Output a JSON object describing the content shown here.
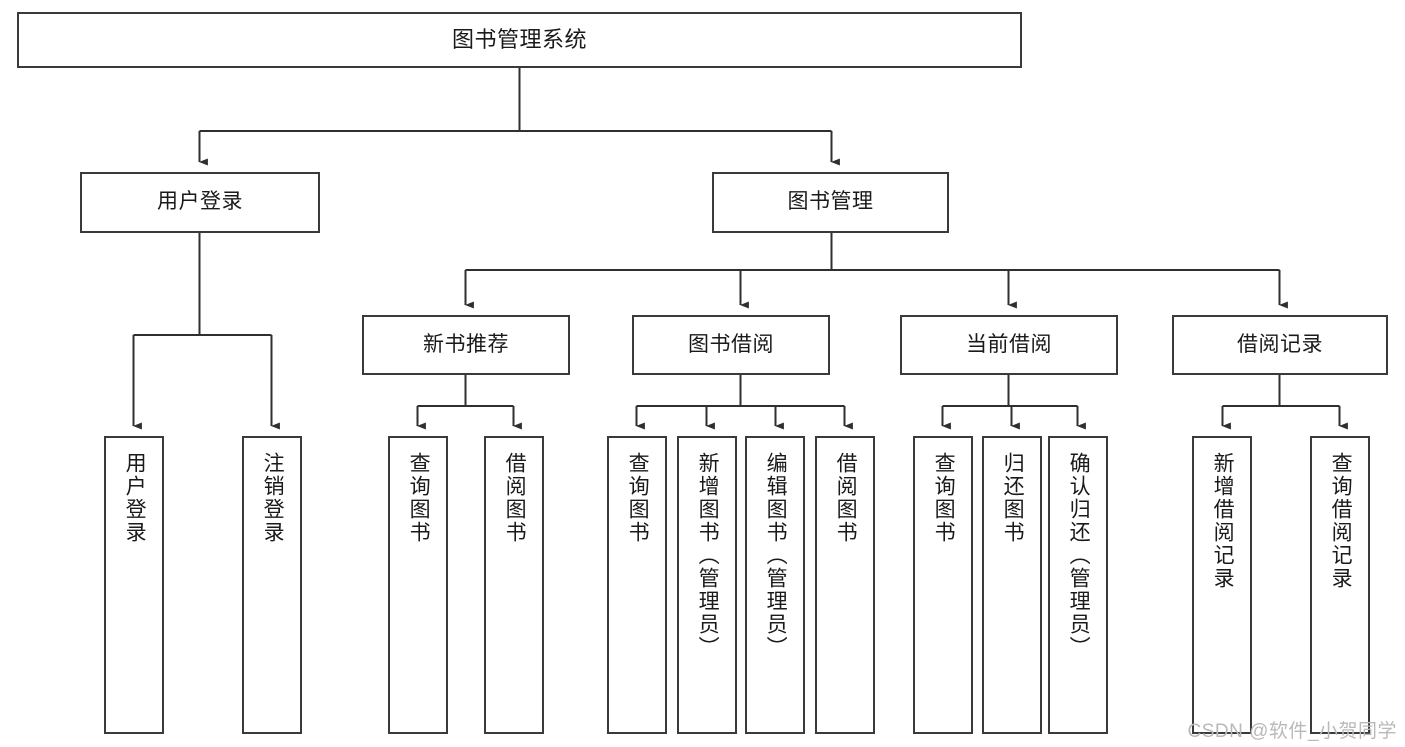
{
  "diagram": {
    "title": "图书管理系统",
    "type": "functional-structure-tree",
    "watermark": "CSDN @软件_小贺同学",
    "colors": {
      "border": "#3a3a3a",
      "background": "#ffffff",
      "text": "#1a1a1a",
      "edge": "#2f2f2f",
      "watermark": "#b9b9b9"
    },
    "levels": {
      "root": {
        "label": "图书管理系统"
      },
      "level1": [
        {
          "id": "user-login",
          "label": "用户登录"
        },
        {
          "id": "book-manage",
          "label": "图书管理"
        }
      ],
      "level2": [
        {
          "id": "new-book-recommend",
          "label": "新书推荐",
          "parent": "book-manage"
        },
        {
          "id": "book-borrow",
          "label": "图书借阅",
          "parent": "book-manage"
        },
        {
          "id": "current-borrow",
          "label": "当前借阅",
          "parent": "book-manage"
        },
        {
          "id": "borrow-record",
          "label": "借阅记录",
          "parent": "book-manage"
        }
      ],
      "leaves": [
        {
          "id": "leaf-user-login",
          "label": "用户登录",
          "parent": "user-login"
        },
        {
          "id": "leaf-logout-login",
          "label": "注销登录",
          "parent": "user-login"
        },
        {
          "id": "leaf-query-book-1",
          "label": "查询图书",
          "parent": "new-book-recommend"
        },
        {
          "id": "leaf-borrow-book-1",
          "label": "借阅图书",
          "parent": "new-book-recommend"
        },
        {
          "id": "leaf-query-book-2",
          "label": "查询图书",
          "parent": "book-borrow"
        },
        {
          "id": "leaf-add-book",
          "label": "新增图书（管理员）",
          "parent": "book-borrow"
        },
        {
          "id": "leaf-edit-book",
          "label": "编辑图书（管理员）",
          "parent": "book-borrow"
        },
        {
          "id": "leaf-borrow-book-2",
          "label": "借阅图书",
          "parent": "book-borrow"
        },
        {
          "id": "leaf-query-book-3",
          "label": "查询图书",
          "parent": "current-borrow"
        },
        {
          "id": "leaf-return-book",
          "label": "归还图书",
          "parent": "current-borrow"
        },
        {
          "id": "leaf-confirm-return",
          "label": "确认归还（管理员）",
          "parent": "current-borrow"
        },
        {
          "id": "leaf-add-record",
          "label": "新增借阅记录",
          "parent": "borrow-record"
        },
        {
          "id": "leaf-query-record",
          "label": "查询借阅记录",
          "parent": "borrow-record"
        }
      ]
    }
  }
}
